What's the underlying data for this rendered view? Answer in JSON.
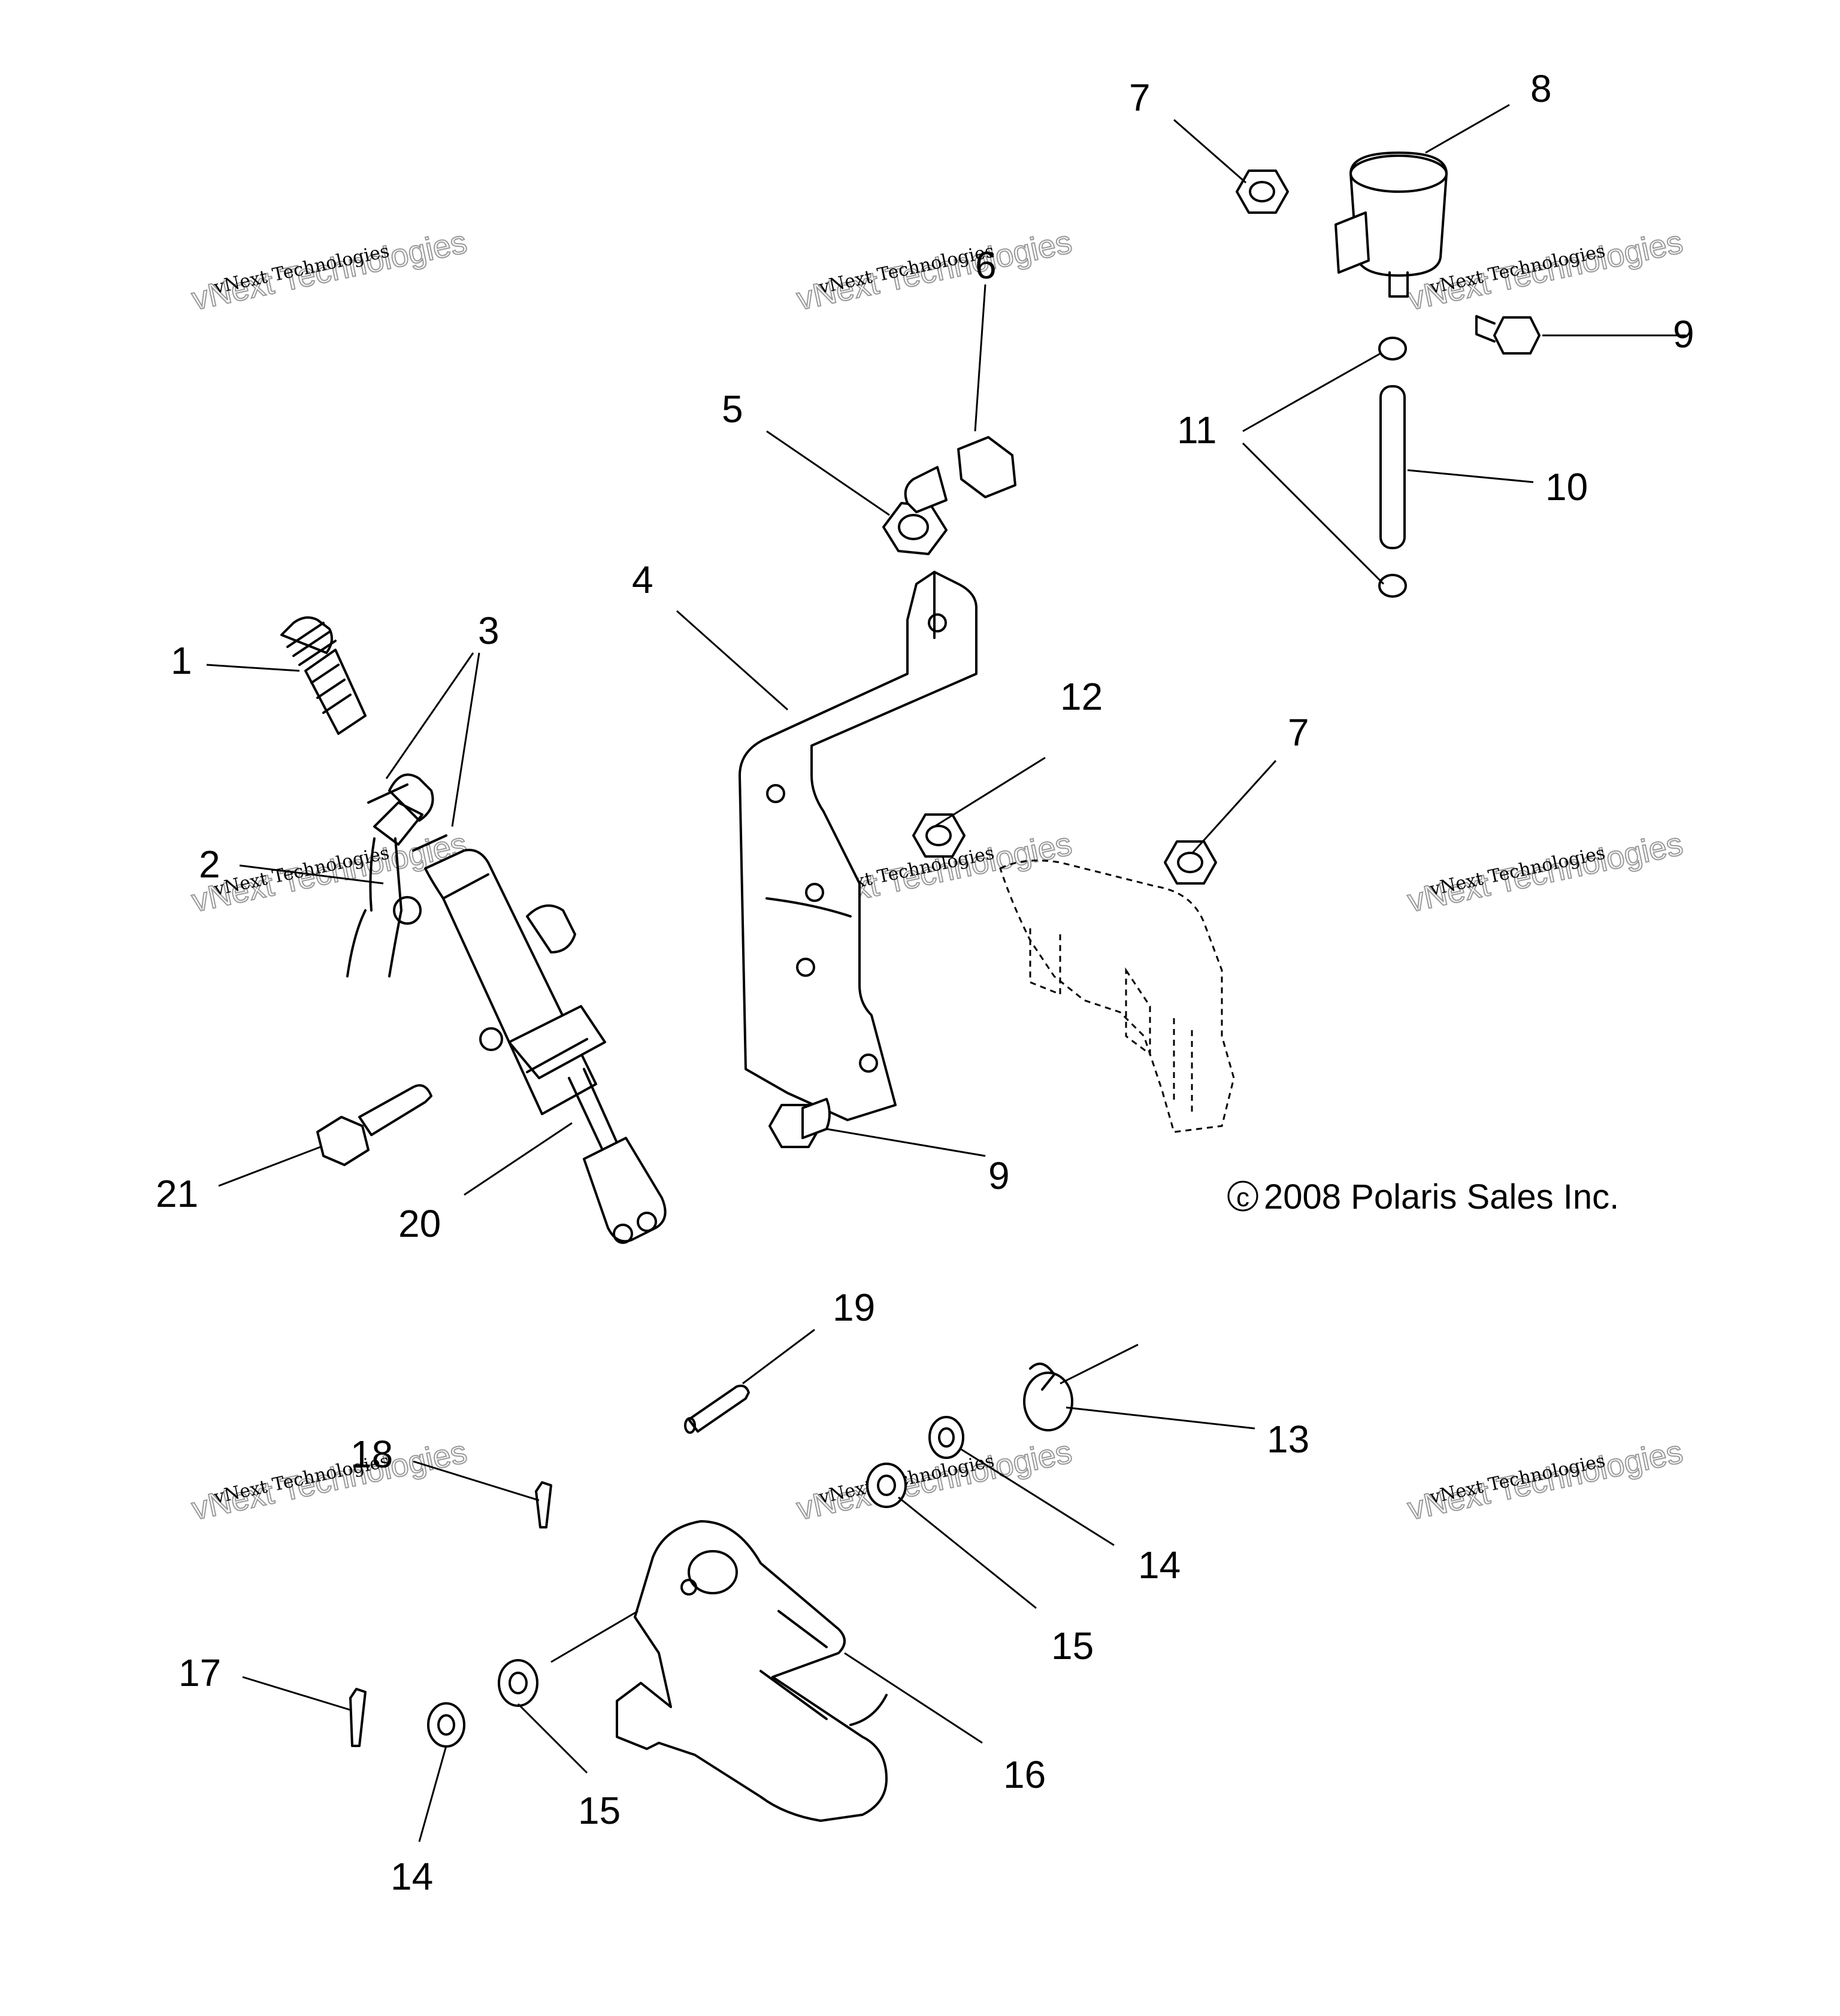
{
  "callouts": [
    "1",
    "2",
    "3",
    "4",
    "5",
    "6",
    "7",
    "7",
    "8",
    "9",
    "9",
    "10",
    "11",
    "12",
    "13",
    "14",
    "14",
    "15",
    "15",
    "16",
    "17",
    "18",
    "19",
    "20",
    "21"
  ],
  "copyright": "2008 Polaris Sales Inc.",
  "copyright_symbol": "c",
  "watermark": {
    "line1": "vNext Technologies",
    "line2": "vNext Technologies"
  }
}
